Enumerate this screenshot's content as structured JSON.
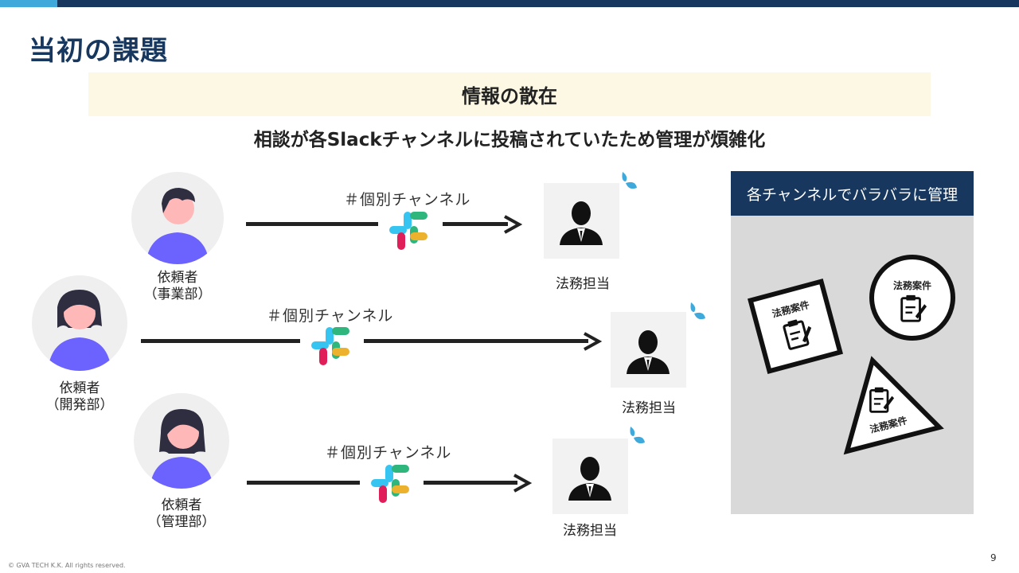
{
  "title": "当初の課題",
  "banner": "情報の散在",
  "subtitle": "相談が各Slackチャンネルに投稿されていたため管理が煩雑化",
  "requesters": [
    {
      "label_line1": "依頼者",
      "label_line2": "（事業部）"
    },
    {
      "label_line1": "依頼者",
      "label_line2": "（開発部）"
    },
    {
      "label_line1": "依頼者",
      "label_line2": "（管理部）"
    }
  ],
  "channels": [
    {
      "label": "＃個別チャンネル"
    },
    {
      "label": "＃個別チャンネル"
    },
    {
      "label": "＃個別チャンネル"
    }
  ],
  "legal": [
    {
      "label": "法務担当"
    },
    {
      "label": "法務担当"
    },
    {
      "label": "法務担当"
    }
  ],
  "panel": {
    "header": "各チャンネルでバラバラに管理",
    "case_labels": [
      "法務案件",
      "法務案件",
      "法務案件"
    ]
  },
  "footer": "© GVA TECH K.K. All rights reserved.",
  "page_number": "9",
  "colors": {
    "navy": "#17375e",
    "accent": "#3fa9dc",
    "person": "#6c63ff",
    "banner": "#fdf8e4",
    "panel": "#d9d9d9",
    "sweat": "#3fa9dc"
  }
}
